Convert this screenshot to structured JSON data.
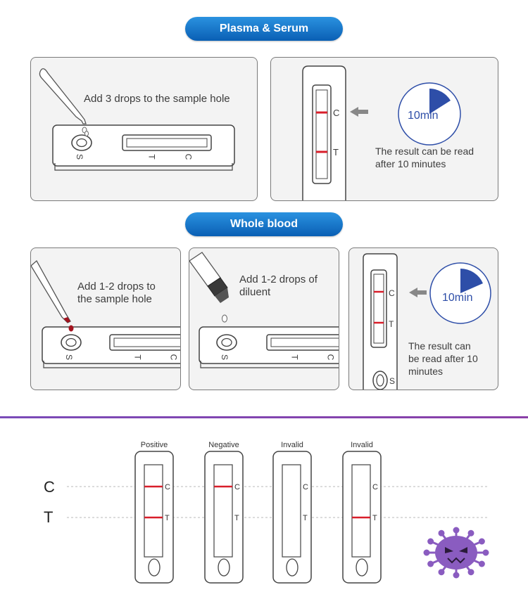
{
  "sections": {
    "plasma_serum": "Plasma & Serum",
    "whole_blood": "Whole blood"
  },
  "plasma_step1": {
    "instruction": "Add 3 drops to the sample hole",
    "label_s": "S",
    "label_t": "T",
    "label_c": "C"
  },
  "plasma_step2": {
    "label_c": "C",
    "label_t": "T",
    "timer": "10min",
    "result_line1": "The result can be read",
    "result_line2": "after 10 minutes"
  },
  "blood_step1": {
    "line1": "Add 1-2 drops to",
    "line2": "the sample hole",
    "label_s": "S",
    "label_t": "T",
    "label_c": "C"
  },
  "blood_step2": {
    "line1": "Add 1-2 drops of",
    "line2": "diluent",
    "label_s": "S",
    "label_t": "T",
    "label_c": "C"
  },
  "blood_step3": {
    "label_c": "C",
    "label_t": "T",
    "label_s": "S",
    "timer": "10min",
    "line1": "The result can",
    "line2": "be read after 10",
    "line3": "minutes"
  },
  "results": {
    "axis_c": "C",
    "axis_t": "T",
    "cards": [
      {
        "label": "Positive",
        "c_line": true,
        "t_line": true,
        "c": "C",
        "t": "T"
      },
      {
        "label": "Negative",
        "c_line": true,
        "t_line": false,
        "c": "C",
        "t": "T"
      },
      {
        "label": "Invalid",
        "c_line": false,
        "t_line": false,
        "c": "C",
        "t": "T"
      },
      {
        "label": "Invalid",
        "c_line": false,
        "t_line": true,
        "c": "C",
        "t": "T"
      }
    ]
  },
  "colors": {
    "accent_blue": "#1a74cc",
    "test_line": "#d81e2a",
    "timer_blue": "#2e4ea8",
    "virus_purple": "#8a5cc0"
  }
}
